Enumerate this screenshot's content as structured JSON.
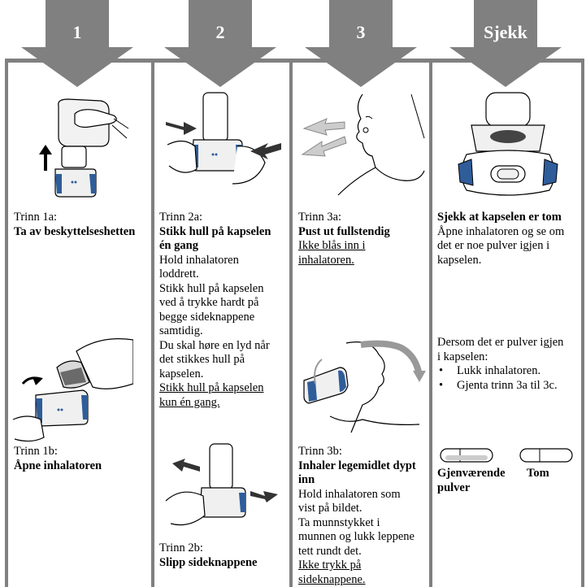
{
  "steps": [
    {
      "label": "1"
    },
    {
      "label": "2"
    },
    {
      "label": "3"
    },
    {
      "label": "Sjekk"
    }
  ],
  "col1": {
    "a_step": "Trinn 1a:",
    "a_title": "Ta av beskyttelseshetten",
    "b_step": "Trinn 1b:",
    "b_title": "Åpne inhalatoren"
  },
  "col2": {
    "a_step": "Trinn 2a:",
    "a_title_1": "Stikk hull på kapselen",
    "a_title_2": "én gang",
    "a_lines": [
      "Hold inhalatoren",
      "loddrett.",
      "Stikk hull på kapselen",
      "ved å trykke hardt på",
      "begge sideknappene",
      "samtidig.",
      "Du skal høre en lyd når",
      "det stikkes hull på",
      "kapselen."
    ],
    "a_under_1": "Stikk hull på kapselen",
    "a_under_2": "kun én gang.",
    "b_step": "Trinn 2b:",
    "b_title": "Slipp sideknappene"
  },
  "col3": {
    "a_step": "Trinn 3a:",
    "a_title": "Pust ut fullstendig",
    "a_under_1": "Ikke blås inn i",
    "a_under_2": "inhalatoren.",
    "b_step": "Trinn 3b:",
    "b_title_1": "Inhaler legemidlet dypt",
    "b_title_2": "inn",
    "b_lines": [
      "Hold inhalatoren som",
      "vist på bildet.",
      "Ta munnstykket i",
      "munnen og lukk leppene",
      "tett rundt det."
    ],
    "b_under_1": "Ikke trykk på",
    "b_under_2": "sideknappene."
  },
  "col4": {
    "title": "Sjekk at kapselen er tom",
    "lines": [
      "Åpne inhalatoren og se om",
      "det er noe pulver igjen i",
      "kapselen."
    ],
    "if_1": "Dersom det er pulver igjen",
    "if_2": "i kapselen:",
    "bullets": [
      "Lukk inhalatoren.",
      "Gjenta trinn 3a til 3c."
    ],
    "cap_left_1": "Gjenværende",
    "cap_left_2": "pulver",
    "cap_right": "Tom"
  }
}
